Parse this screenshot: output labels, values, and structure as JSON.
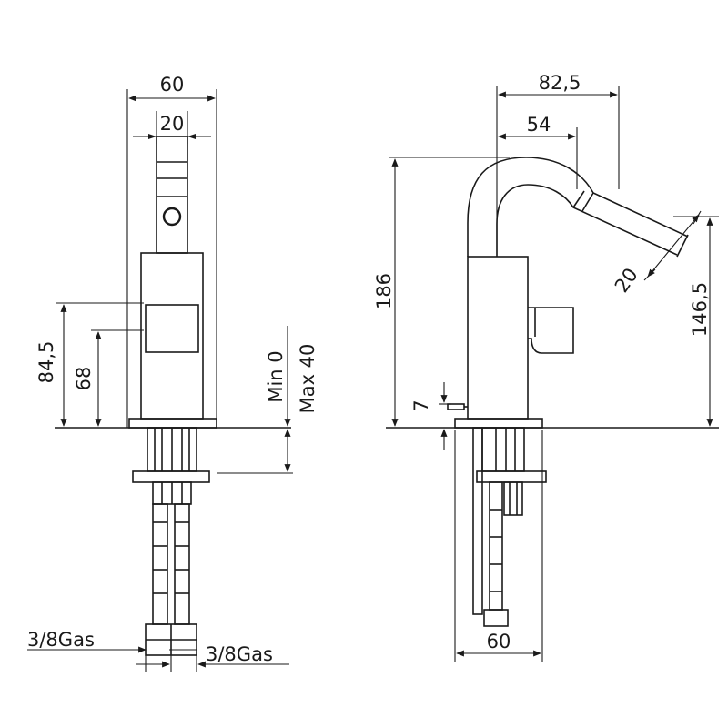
{
  "front_view": {
    "width_total": "60",
    "width_lever": "20",
    "height_body": "84,5",
    "height_handle": "68",
    "deck_min": "Min 0",
    "deck_max": "Max 40",
    "thread_left": "3/8Gas",
    "thread_right": "3/8Gas"
  },
  "side_view": {
    "spout_reach": "82,5",
    "spout_offset": "54",
    "total_height": "186",
    "outlet_height": "146,5",
    "nozzle_diameter": "20",
    "pop_up_height": "7",
    "base_width": "60"
  }
}
